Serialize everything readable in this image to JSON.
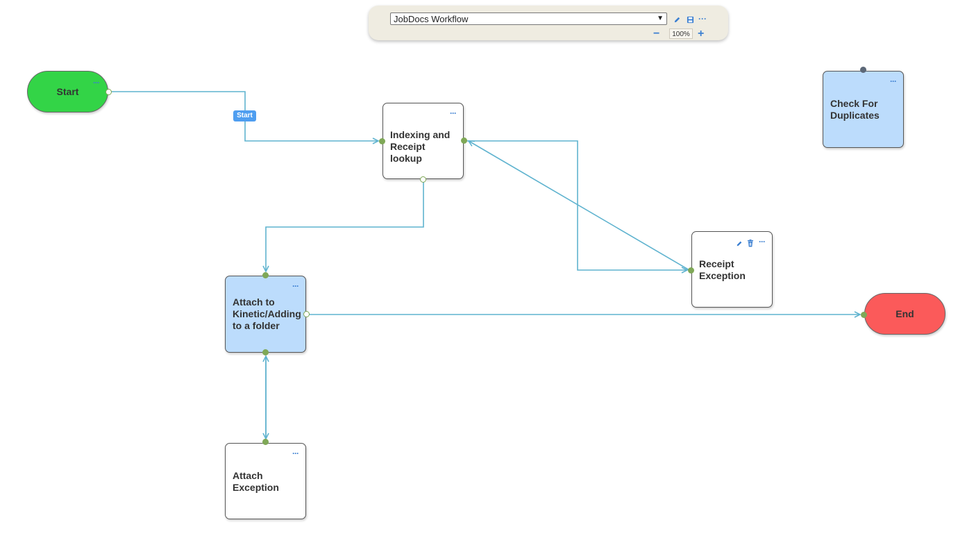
{
  "toolbar": {
    "workflow_select_value": "JobDocs Workflow",
    "zoom_level": "100%",
    "zoom_out_label": "−",
    "zoom_in_label": "+",
    "menu_label": "···",
    "icons": [
      "pencil-icon",
      "save-icon",
      "more-icon"
    ]
  },
  "nodes": {
    "start": {
      "label": "Start"
    },
    "end": {
      "label": "End"
    },
    "indexing": {
      "label_line1": "Indexing and",
      "label_line2": "Receipt lookup"
    },
    "receipt_exception": {
      "label_line1": "Receipt",
      "label_line2": "Exception"
    },
    "attach_kinetic": {
      "label_line1": "Attach to",
      "label_line2": "Kinetic/Adding",
      "label_line3": "to a folder"
    },
    "attach_exception": {
      "label_line1": "Attach",
      "label_line2": "Exception"
    },
    "check_duplicates": {
      "label_line1": "Check For",
      "label_line2": "Duplicates"
    }
  },
  "node_menu_label": "···",
  "edge_labels": {
    "start_edge": "Start"
  },
  "colors": {
    "connector": "#5fb3cf",
    "start_fill": "#33d447",
    "end_fill": "#fb5a5a",
    "selected_fill": "#bcdcfc",
    "port": "#7fa857",
    "accent": "#3b7fd1"
  }
}
